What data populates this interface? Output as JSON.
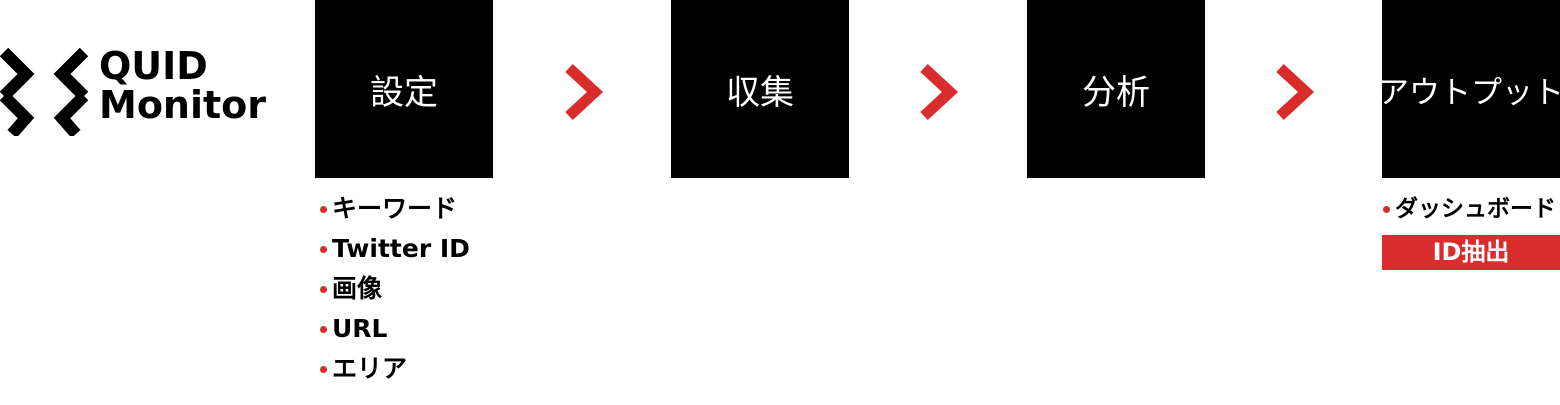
{
  "logo": {
    "line1": "QUID",
    "line2": "Monitor"
  },
  "steps": [
    {
      "label": "設定"
    },
    {
      "label": "収集"
    },
    {
      "label": "分析"
    },
    {
      "label": "アウトプット"
    }
  ],
  "settings_items": [
    "キーワード",
    "Twitter ID",
    "画像",
    "URL",
    "エリア"
  ],
  "output_items": [
    "ダッシュボード"
  ],
  "output_tag": "ID抽出",
  "colors": {
    "accent": "#d92c2c",
    "box": "#000000",
    "box_text": "#ffffff"
  },
  "icons": {
    "logo_mark": "quid-logo-icon",
    "arrow": "chevron-right-icon"
  }
}
